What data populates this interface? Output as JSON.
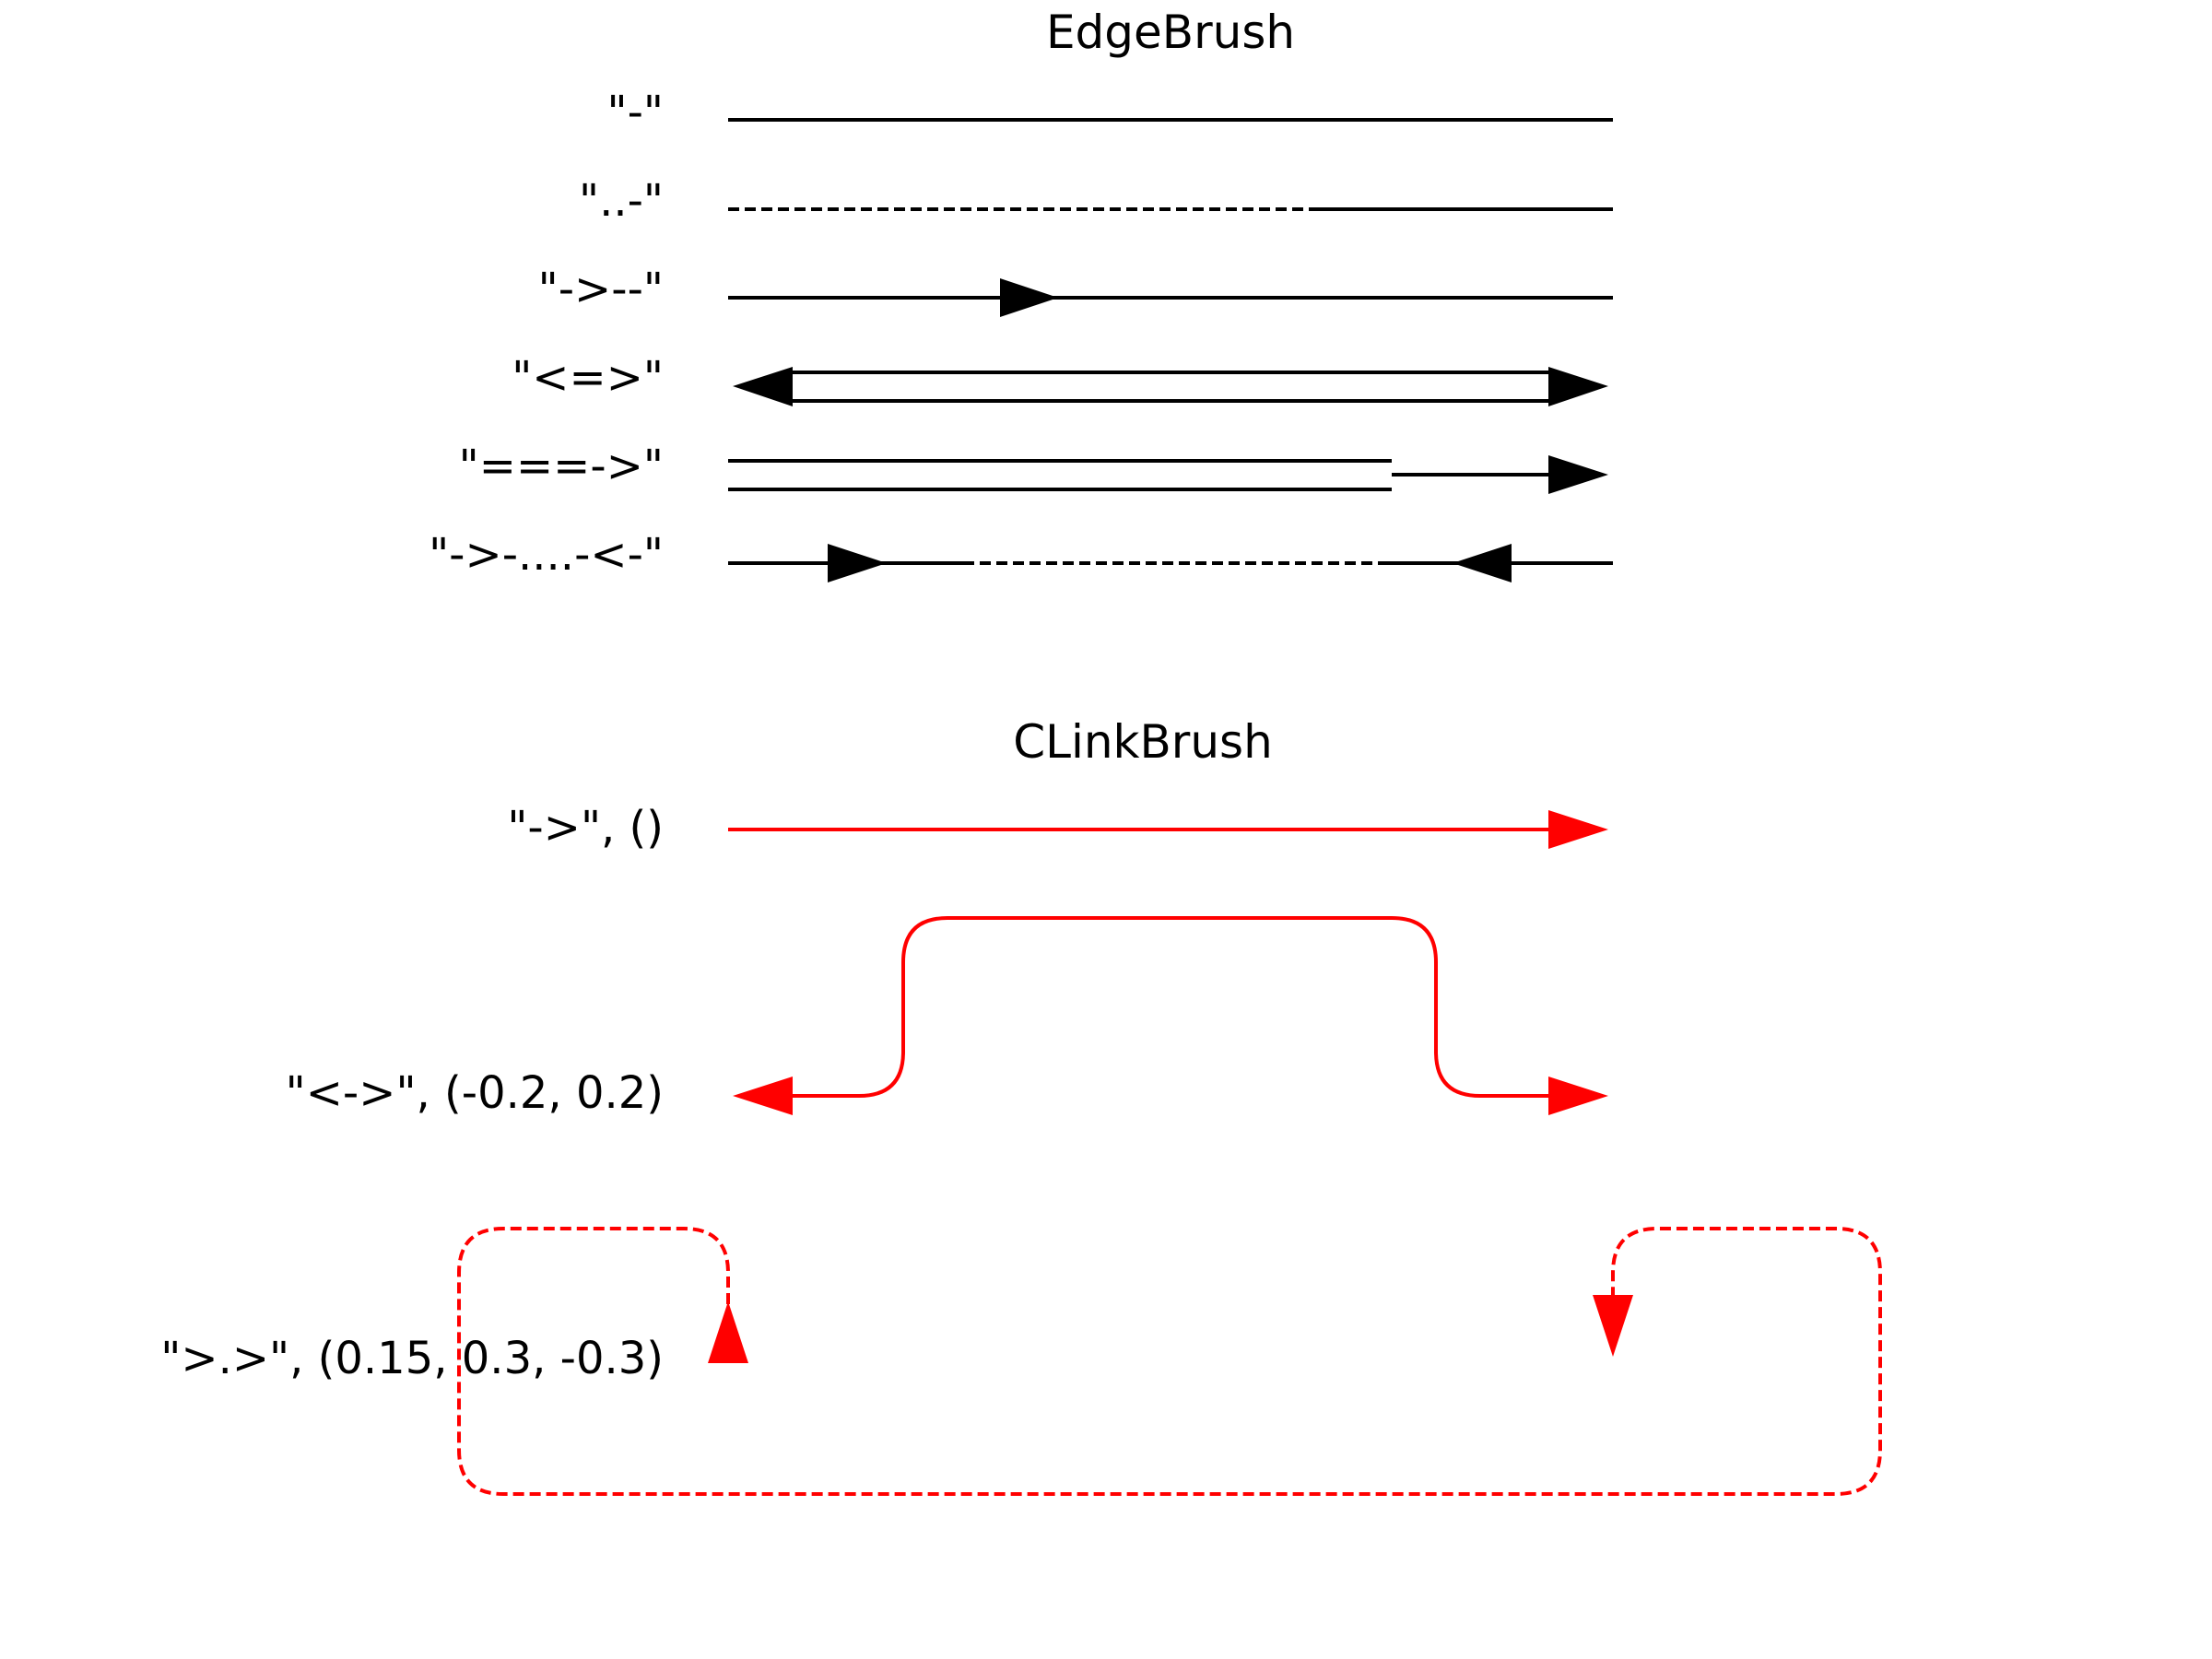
{
  "edge_section": {
    "title": "EdgeBrush",
    "rows": [
      {
        "label": "\"-\""
      },
      {
        "label": "\"..-\""
      },
      {
        "label": "\"->--\""
      },
      {
        "label": "\"<=>\""
      },
      {
        "label": "\"===->\""
      },
      {
        "label": "\"->-....-<-\""
      }
    ]
  },
  "clink_section": {
    "title": "CLinkBrush",
    "color": "#ff0000",
    "rows": [
      {
        "label": "\"->\", ()"
      },
      {
        "label": "\"<->\", (-0.2, 0.2)"
      },
      {
        "label": "\">.>\", (0.15, 0.3, -0.3)"
      }
    ]
  },
  "colors": {
    "edge": "#000000",
    "clink": "#ff0000"
  }
}
